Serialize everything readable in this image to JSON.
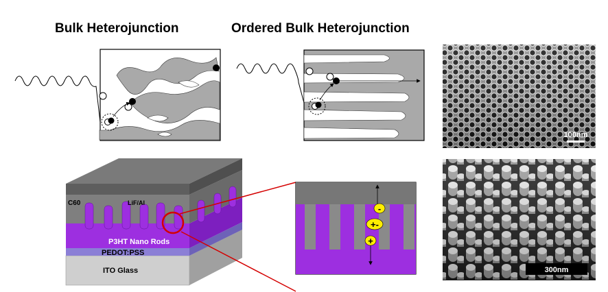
{
  "headings": {
    "bulk": "Bulk Heterojunction",
    "ordered": "Ordered Bulk Heterojunction"
  },
  "device_labels": {
    "c60": "C60",
    "lif_al": "LiF/Al",
    "p3ht": "P3HT Nano Rods",
    "pedot": "PEDOT:PSS",
    "ito": "ITO Glass"
  },
  "charges": {
    "minus": "-",
    "pair": "+-",
    "plus": "+"
  },
  "scale_bars": {
    "top": "100nm",
    "bottom": "300nm"
  },
  "colors": {
    "phase_gray": "#a9a9a9",
    "electrode": "#6e6e6e",
    "p3ht_purple": "#9d2fe0",
    "pedot_blue": "#8b7fd6",
    "ito_gray": "#cfcfcf",
    "zoom_red": "#d40000",
    "charge_yellow": "#ffee00"
  }
}
